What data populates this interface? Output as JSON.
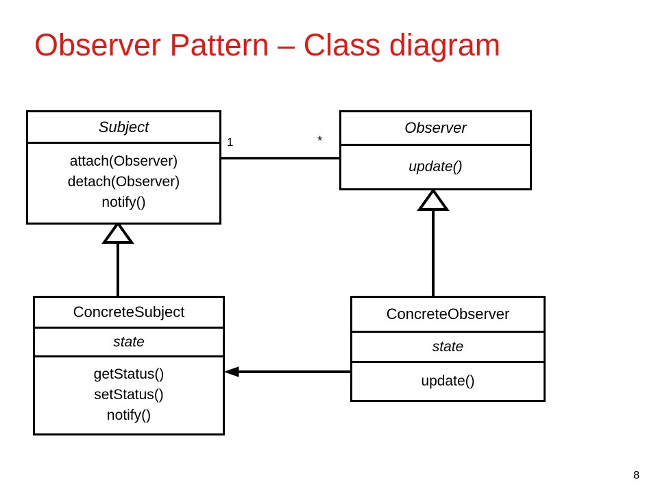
{
  "slide": {
    "title": "Observer Pattern – Class diagram",
    "title_color": "#DD1B16",
    "page_number": "8",
    "background_color": "#FFFFFF",
    "line_color": "#000000"
  },
  "diagram": {
    "type": "uml-class-diagram",
    "classes": [
      {
        "id": "subject",
        "name": "Subject",
        "abstract": true,
        "attributes": [],
        "operations": [
          "attach(Observer)",
          "detach(Observer)",
          "notify()"
        ],
        "operations_abstract": false
      },
      {
        "id": "observer",
        "name": "Observer",
        "abstract": true,
        "attributes": [],
        "operations": [
          "update()"
        ],
        "operations_abstract": true
      },
      {
        "id": "concrete-subject",
        "name": "ConcreteSubject",
        "abstract": false,
        "attributes": [
          "state"
        ],
        "attributes_abstract": true,
        "operations": [
          "getStatus()",
          "setStatus()",
          "notify()"
        ],
        "operations_abstract": false
      },
      {
        "id": "concrete-observer",
        "name": "ConcreteObserver",
        "abstract": false,
        "attributes": [
          "state"
        ],
        "attributes_abstract": true,
        "operations": [
          "update()"
        ],
        "operations_abstract": false
      }
    ],
    "relationships": [
      {
        "id": "subject-observes",
        "kind": "association",
        "from": "subject",
        "to": "observer",
        "source_multiplicity": "1",
        "target_multiplicity": "*"
      },
      {
        "id": "concrete-subject-generalization",
        "kind": "generalization",
        "from": "concrete-subject",
        "to": "subject"
      },
      {
        "id": "concrete-observer-generalization",
        "kind": "generalization",
        "from": "concrete-observer",
        "to": "observer"
      },
      {
        "id": "concrete-observer-uses-subject",
        "kind": "directed-association",
        "from": "concrete-observer",
        "to": "concrete-subject"
      }
    ]
  }
}
